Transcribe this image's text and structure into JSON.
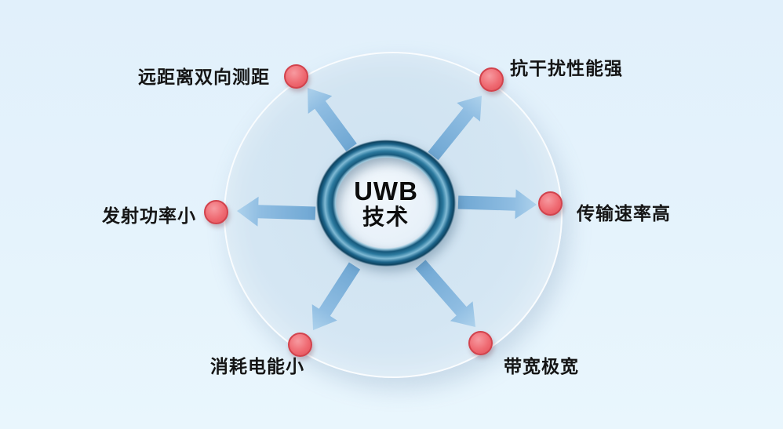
{
  "diagram": {
    "type": "radial-feature-diagram",
    "center": {
      "title_line1": "UWB",
      "title_line2": "技术"
    },
    "features": [
      {
        "label": "远距离双向测距",
        "position": "top-left"
      },
      {
        "label": "抗干扰性能强",
        "position": "top-right"
      },
      {
        "label": "发射功率小",
        "position": "left"
      },
      {
        "label": "传输速率高",
        "position": "right"
      },
      {
        "label": "消耗电能小",
        "position": "bottom-left"
      },
      {
        "label": "带宽极宽",
        "position": "bottom-right"
      }
    ],
    "colors": {
      "background": "#e5f3fc",
      "big_circle": "#d4e6f3",
      "ring_teal": "#1d6488",
      "arrow_blue": "#85b6dc",
      "dot_red": "#ec5f67",
      "text": "#151515"
    }
  }
}
